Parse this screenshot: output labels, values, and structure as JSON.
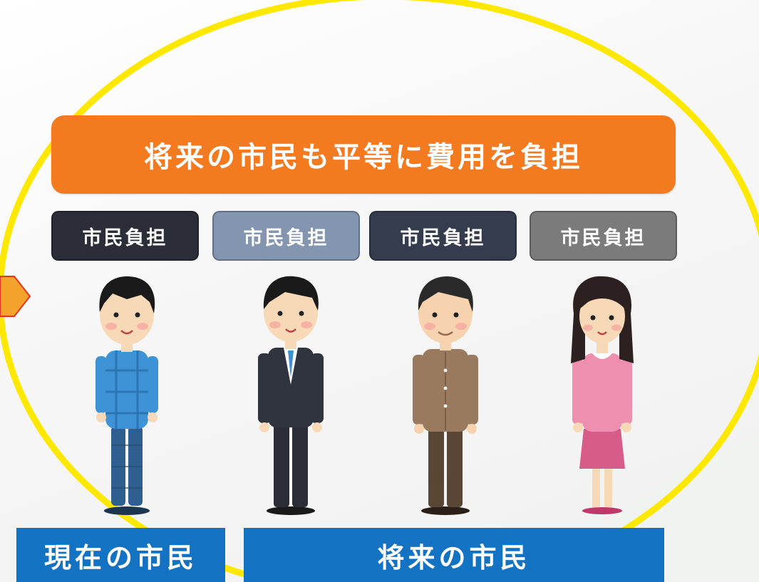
{
  "header": {
    "text": "将来の市民も平等に費用を負担"
  },
  "badges": [
    {
      "label": "市民負担",
      "color": "#2b2e38"
    },
    {
      "label": "市民負担",
      "color": "#8495b0"
    },
    {
      "label": "市民負担",
      "color": "#343c4e"
    },
    {
      "label": "市民負担",
      "color": "#7b7b7b"
    }
  ],
  "people": [
    {
      "icon": "young-man-plaid-shirt-icon"
    },
    {
      "icon": "businessman-suit-icon"
    },
    {
      "icon": "older-man-cardigan-icon"
    },
    {
      "icon": "woman-pink-dress-icon"
    }
  ],
  "footer": {
    "current": "現在の市民",
    "future": "将来の市民"
  },
  "colors": {
    "header_bg": "#f47a20",
    "ellipse_stroke": "#ffe800",
    "footer_bg": "#1372c1",
    "arrow_fill": "#f3a22c",
    "arrow_stroke": "#e8321c"
  }
}
